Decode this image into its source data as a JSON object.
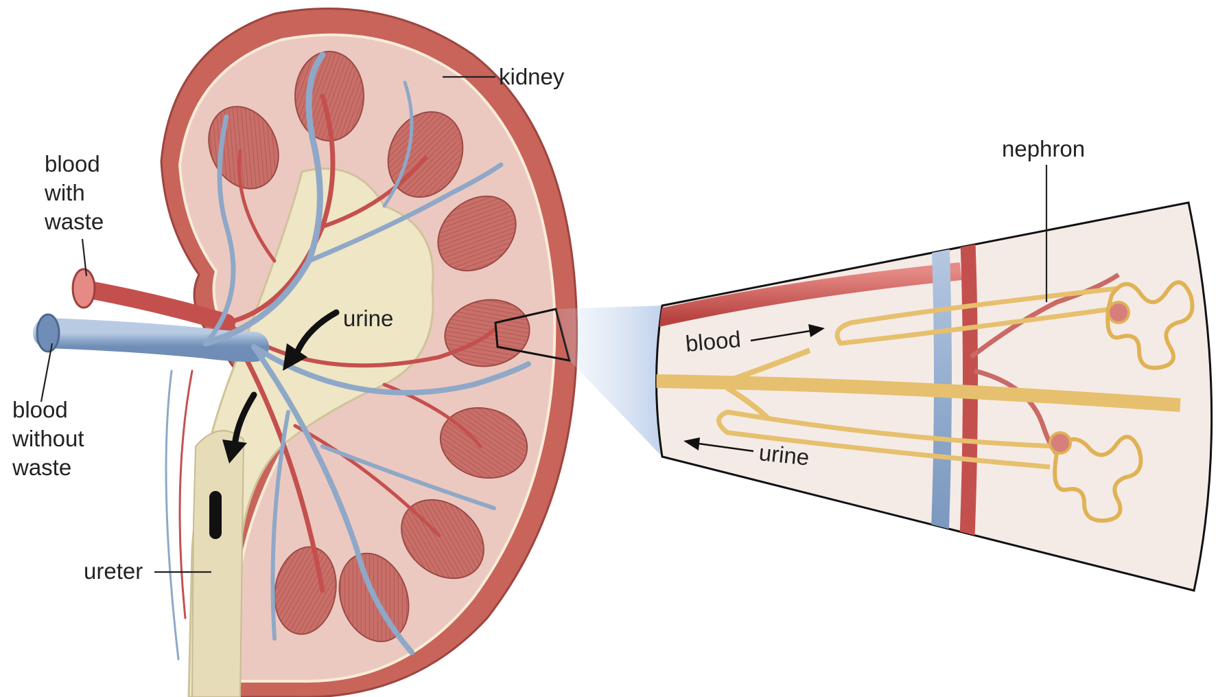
{
  "diagram": {
    "labels": {
      "kidney": "kidney",
      "nephron": "nephron",
      "blood_with_waste": [
        "blood",
        "with",
        "waste"
      ],
      "blood_without_waste": [
        "blood",
        "without",
        "waste"
      ],
      "urine_kidney": "urine",
      "ureter": "ureter",
      "blood_inset": "blood",
      "urine_inset": "urine"
    },
    "colors": {
      "kidney_capsule": "#c8645a",
      "cortex": "#ecc9c0",
      "pyramid": "#c76b66",
      "vein": "#8fa8c8",
      "artery": "#c4504e",
      "pelvis": "#efe6c6",
      "nephron_tubule": "#e6c06e",
      "inset_background": "#f5ebe6",
      "zoom_beam": "#b8cbe8"
    }
  }
}
